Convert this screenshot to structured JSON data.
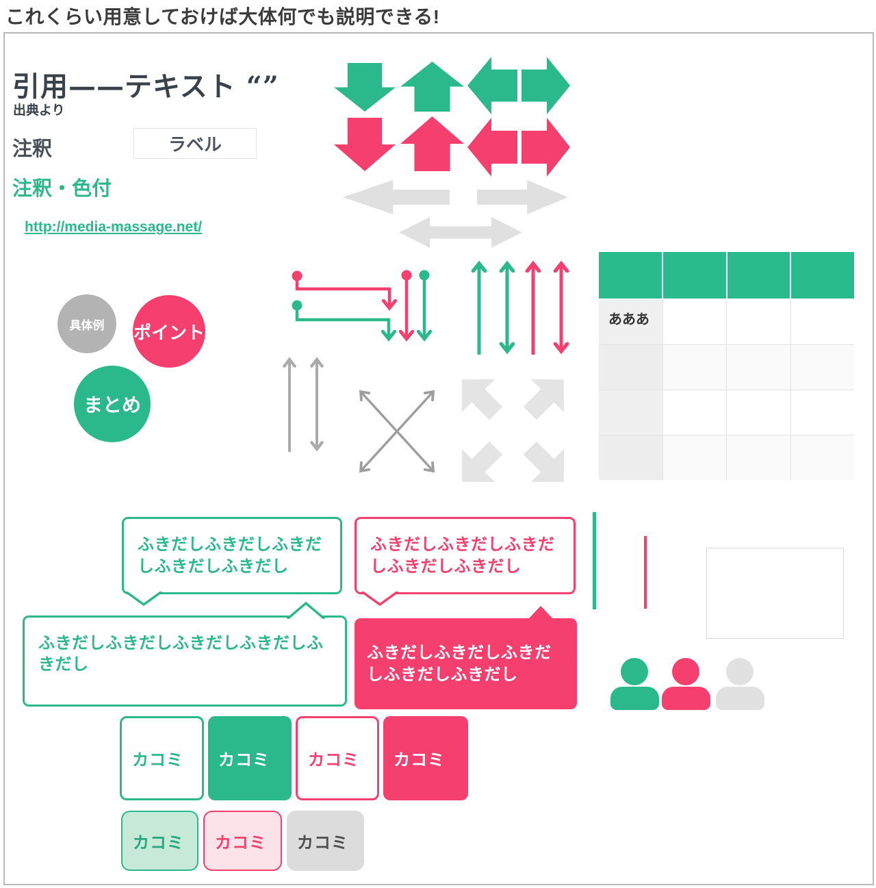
{
  "page": {
    "title": "これくらい用意しておけば大体何でも説明できる!"
  },
  "colors": {
    "green": "#2bb98c",
    "pink": "#f5406f",
    "gray_circle": "#b3b3b3",
    "gray_arrow_light": "#e0e0e0",
    "gray_arrow_mid": "#9e9e9e"
  },
  "samples": {
    "quote_heading": "引用——テキスト “”",
    "quote_source": "出典より",
    "annotation": "注釈",
    "label": "ラベル",
    "annotation_colored": "注釈・色付",
    "link_url": "http://media-massage.net/"
  },
  "circles": [
    {
      "label": "具体例",
      "color": "gray"
    },
    {
      "label": "ポイント",
      "color": "pink"
    },
    {
      "label": "まとめ",
      "color": "green"
    }
  ],
  "table": {
    "header": [
      "",
      "",
      "",
      ""
    ],
    "rows": [
      [
        "あああ",
        "",
        "",
        ""
      ],
      [
        "",
        "",
        "",
        ""
      ],
      [
        "",
        "",
        "",
        ""
      ],
      [
        "",
        "",
        "",
        ""
      ]
    ]
  },
  "bubbles": {
    "b1": "ふきだしふきだしふきだしふきだしふきだし",
    "b2": "ふきだしふきだしふきだしふきだしふきだし",
    "b3": "ふきだしふきだしふきだしふきだしふきだし",
    "b4": "ふきだしふきだしふきだしふきだしふきだし"
  },
  "kakomi": {
    "labels": [
      "カコミ",
      "カコミ",
      "カコミ",
      "カコミ",
      "カコミ",
      "カコミ",
      "カコミ"
    ]
  }
}
